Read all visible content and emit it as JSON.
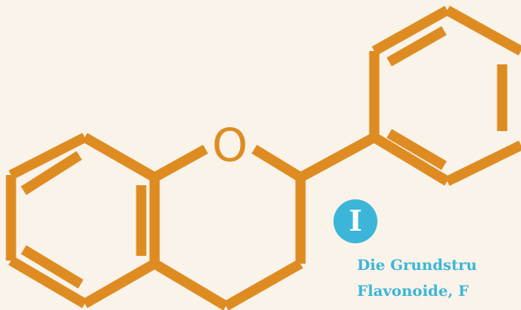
{
  "structure": {
    "name": "Flavan-Grundgerüst",
    "heteroatom_label": "O",
    "bond_color": "#de8c22",
    "background_color": "#faf3ea"
  },
  "badge": {
    "label": "I",
    "color": "#3bb6d8"
  },
  "caption": {
    "line1": "Die Grundstru",
    "line2": "Flavonoide, F",
    "color": "#3bb6d8"
  }
}
